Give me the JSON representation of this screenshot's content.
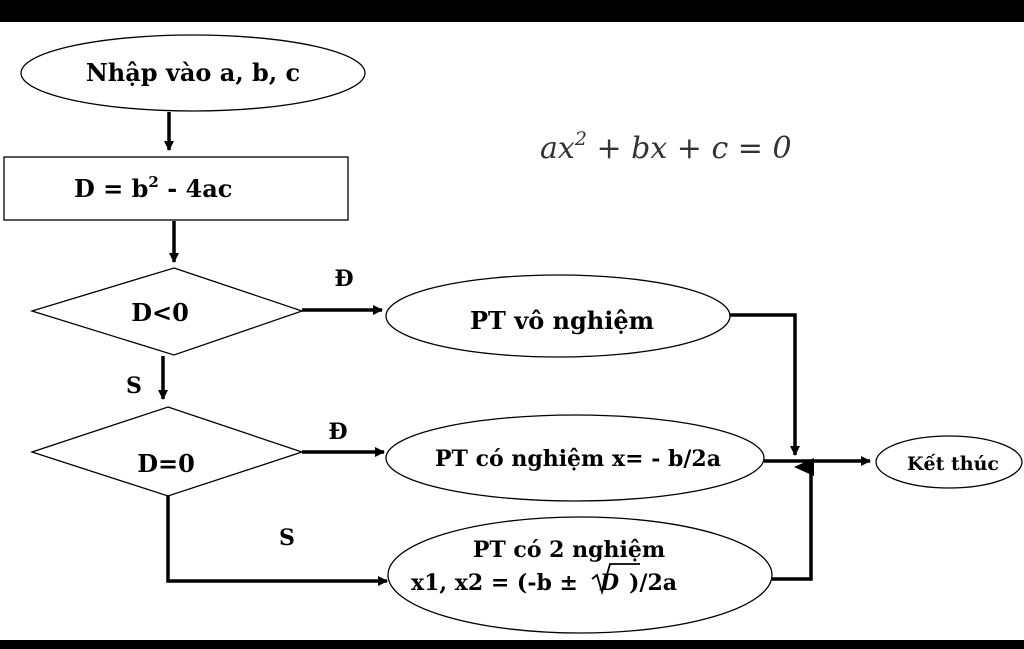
{
  "nodes": {
    "input": "Nhập vào a, b, c",
    "discriminant": {
      "lhs": "D = b",
      "sup": "2",
      "rhs": " - 4ac"
    },
    "cond_neg": "D<0",
    "cond_zero": "D=0",
    "no_root": "PT vô nghiệm",
    "one_root": "PT có nghiệm x= - b/2a",
    "two_roots": {
      "line1": "PT có 2 nghiệm",
      "line2_a": "x1, x2 = (-b ±",
      "radicand": "D",
      "line2_b": ")/2a"
    },
    "end": "Kết thúc"
  },
  "labels": {
    "yes": "Đ",
    "no": "S"
  },
  "equation": {
    "a": "ax",
    "exp": "2",
    "rest": " + bx + c = 0"
  },
  "colors": {
    "stroke": "#000000",
    "background": "#ffffff",
    "bars": "#000000"
  }
}
